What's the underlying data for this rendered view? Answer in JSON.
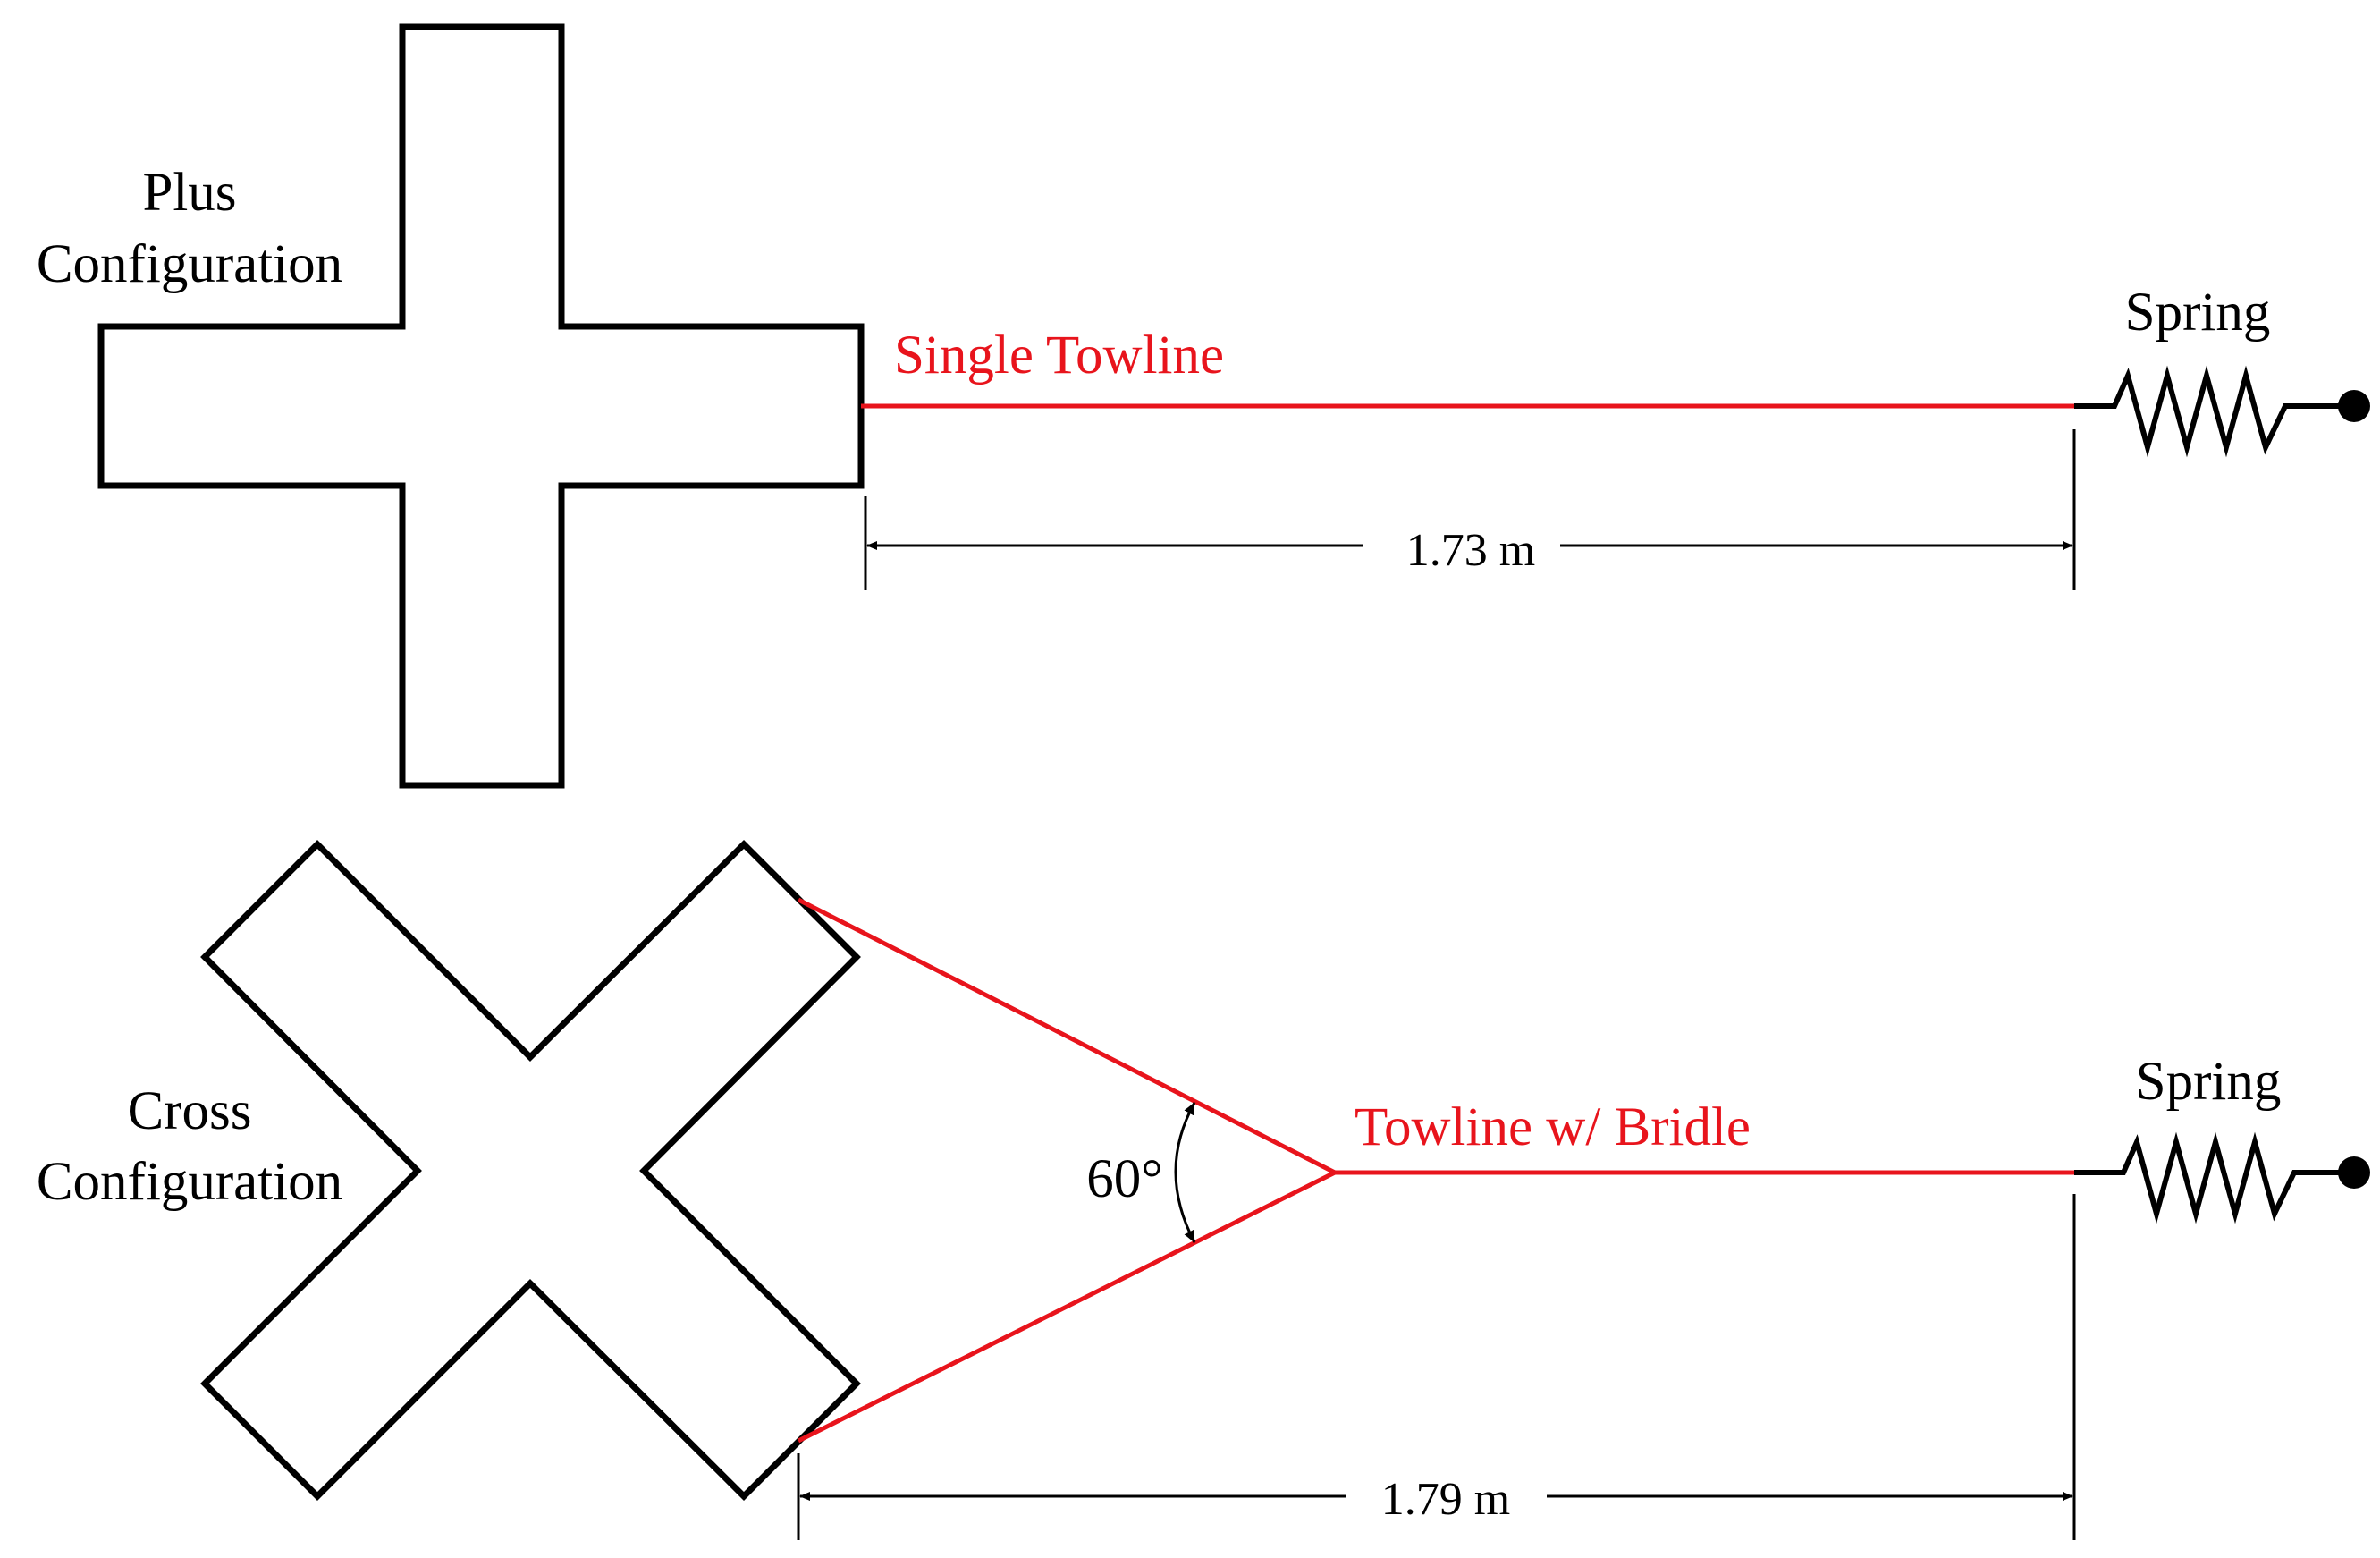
{
  "colors": {
    "towline": "#e8141c",
    "outline": "#000000"
  },
  "plus": {
    "label_line1": "Plus",
    "label_line2": "Configuration",
    "towline_label": "Single Towline",
    "spring_label": "Spring",
    "distance_label": "1.73 m"
  },
  "cross": {
    "label_line1": "Cross",
    "label_line2": "Configuration",
    "towline_label": "Towline w/ Bridle",
    "angle_label": "60°",
    "spring_label": "Spring",
    "distance_label": "1.79 m"
  }
}
